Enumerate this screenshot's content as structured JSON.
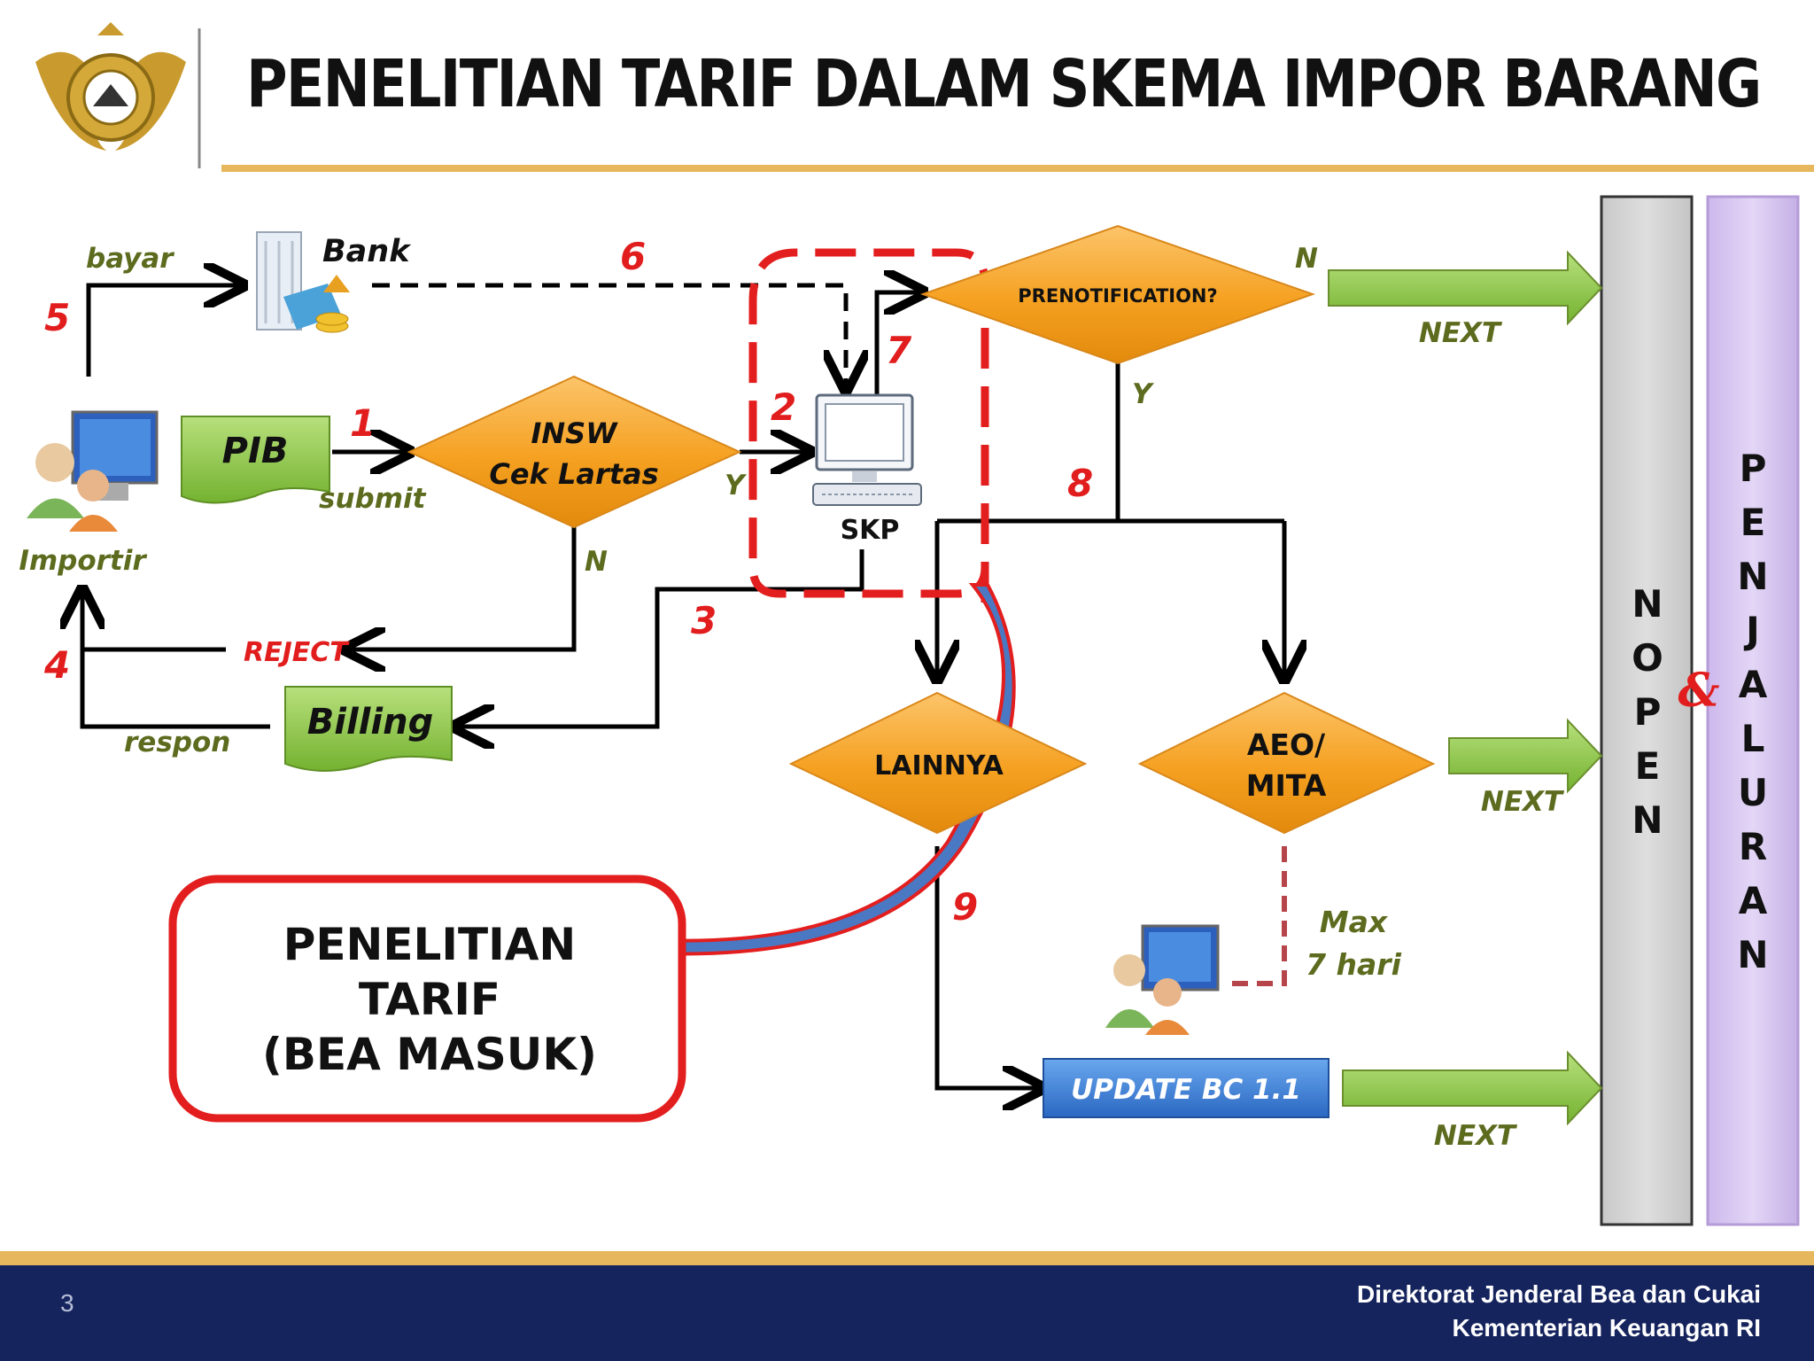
{
  "header": {
    "title": "PENELITIAN TARIF DALAM SKEMA IMPOR BARANG",
    "logo": "bea-cukai-emblem"
  },
  "actors": {
    "importir": "Importir",
    "bank": "Bank",
    "skp": "SKP"
  },
  "process_boxes": {
    "pib": "PIB",
    "billing": "Billing",
    "update": "UPDATE BC 1.1"
  },
  "decisions": {
    "insw_line1": "INSW",
    "insw_line2": "Cek Lartas",
    "prenotification": "PRENOTIFICATION?",
    "lainnya": "LAINNYA",
    "aeo_line1": "AEO/",
    "aeo_line2": "MITA"
  },
  "edge_labels": {
    "bayar": "bayar",
    "submit": "submit",
    "reject": "REJECT",
    "respon": "respon",
    "y_insw": "Y",
    "n_insw": "N",
    "n_pren": "N",
    "y_pren": "Y",
    "max_line1": "Max",
    "max_line2": "7 hari"
  },
  "steps": [
    "1",
    "2",
    "3",
    "4",
    "5",
    "6",
    "7",
    "8",
    "9"
  ],
  "next_labels": [
    "NEXT",
    "NEXT",
    "NEXT"
  ],
  "columns": {
    "nopen": [
      "N",
      "O",
      "P",
      "E",
      "N"
    ],
    "ampersand": "&",
    "penjaluran": [
      "P",
      "E",
      "N",
      "J",
      "A",
      "L",
      "U",
      "R",
      "A",
      "N"
    ]
  },
  "callout": {
    "line1": "PENELITIAN",
    "line2": "TARIF",
    "line3": "(BEA MASUK)"
  },
  "footer": {
    "page_number": "3",
    "line1": "Direktorat Jenderal  Bea dan Cukai",
    "line2": "Kementerian Keuangan RI"
  },
  "colors": {
    "gold": "#e6b75c",
    "footer_navy": "#16245e",
    "step_red": "#e11d1d",
    "olive_text": "#5c6b1e",
    "decision_orange": "#f5a623",
    "green_box": "#8cc63f",
    "blue_box": "#3b7fd4",
    "next_arrow_green": "#8aae47"
  }
}
